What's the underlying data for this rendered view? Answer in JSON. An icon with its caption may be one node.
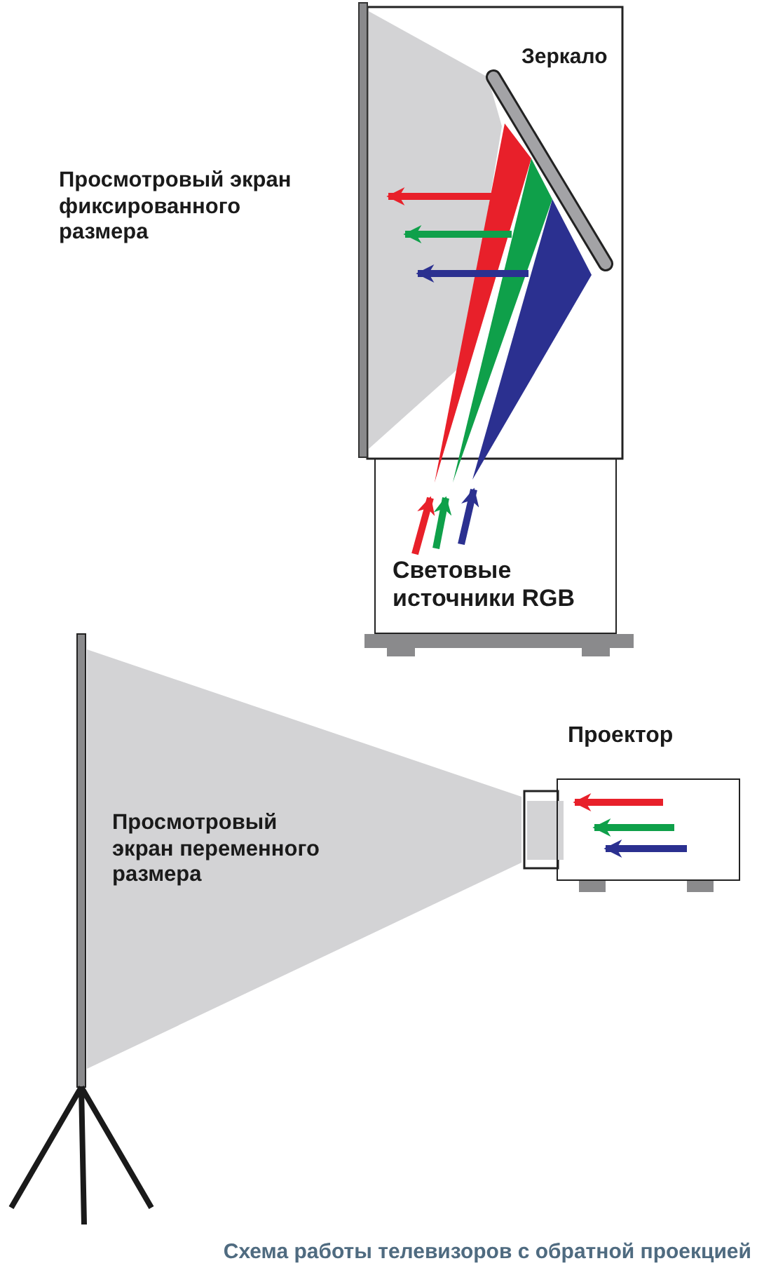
{
  "diagram": {
    "caption": "Схема работы телевизоров с обратной проекцией",
    "nodes": [
      {
        "text": [
          "Световые источники RGB"
        ]
      },
      {
        "text": [
          "Проектор"
        ]
      }
    ],
    "labels": [
      "Зеркало",
      "Просмотровый экран фиксированного размера",
      "Просмотровый экран переменного размера"
    ]
  }
}
